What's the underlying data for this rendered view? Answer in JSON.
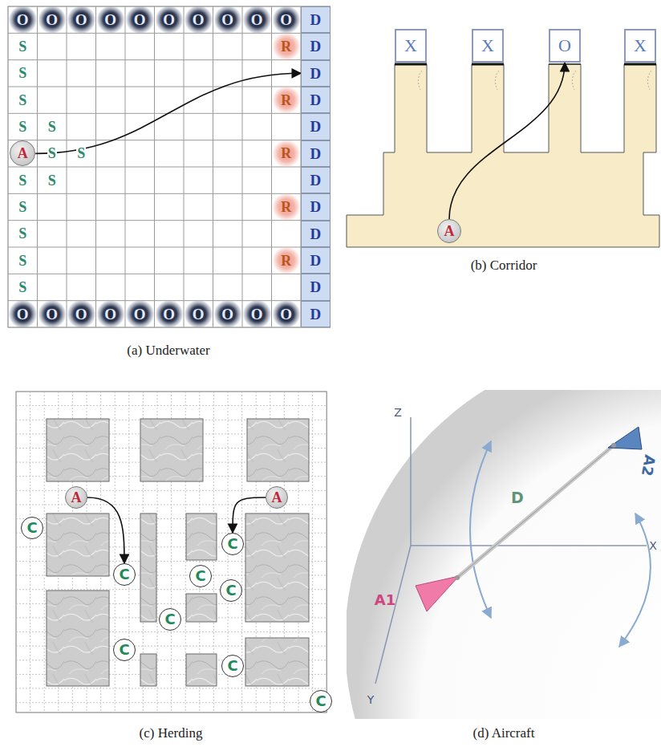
{
  "diagram": {
    "nodes": [
      {
        "text": [
          "O"
        ]
      },
      {
        "text": [
          "O"
        ]
      },
      {
        "text": [
          "O"
        ]
      },
      {
        "text": [
          "O"
        ]
      },
      {
        "text": [
          "O"
        ]
      },
      {
        "text": [
          "O"
        ]
      },
      {
        "text": [
          "O"
        ]
      },
      {
        "text": [
          "O"
        ]
      },
      {
        "text": [
          "O"
        ]
      },
      {
        "text": [
          "O"
        ]
      },
      {
        "text": [
          "D"
        ]
      },
      {
        "text": [
          "R"
        ]
      },
      {
        "text": [
          "D"
        ]
      },
      {
        "text": [
          "D"
        ]
      },
      {
        "text": [
          "R"
        ]
      },
      {
        "text": [
          "D"
        ]
      },
      {
        "text": [
          "D"
        ]
      },
      {
        "text": [
          "A"
        ]
      },
      {
        "text": [
          "R"
        ]
      },
      {
        "text": [
          "D"
        ]
      },
      {
        "text": [
          "D"
        ]
      },
      {
        "text": [
          "R"
        ]
      },
      {
        "text": [
          "D"
        ]
      },
      {
        "text": [
          "D"
        ]
      },
      {
        "text": [
          "R"
        ]
      },
      {
        "text": [
          "D"
        ]
      },
      {
        "text": [
          "D"
        ]
      },
      {
        "text": [
          "O"
        ]
      },
      {
        "text": [
          "O"
        ]
      },
      {
        "text": [
          "O"
        ]
      },
      {
        "text": [
          "O"
        ]
      },
      {
        "text": [
          "O"
        ]
      },
      {
        "text": [
          "O"
        ]
      },
      {
        "text": [
          "O"
        ]
      },
      {
        "text": [
          "O"
        ]
      },
      {
        "text": [
          "O"
        ]
      },
      {
        "text": [
          "O"
        ]
      },
      {
        "text": [
          "D"
        ]
      },
      {
        "text": [
          "X"
        ]
      },
      {
        "text": [
          "X"
        ]
      },
      {
        "text": [
          "O"
        ]
      },
      {
        "text": [
          "X"
        ]
      },
      {
        "text": [
          "A"
        ]
      },
      {
        "text": [
          "A"
        ]
      },
      {
        "text": [
          "A"
        ]
      },
      {
        "text": [
          "C"
        ]
      },
      {
        "text": [
          "C"
        ]
      },
      {
        "text": [
          "C"
        ]
      },
      {
        "text": [
          "C"
        ]
      },
      {
        "text": [
          "C"
        ]
      },
      {
        "text": [
          "C"
        ]
      },
      {
        "text": [
          "C"
        ]
      },
      {
        "text": [
          "C"
        ]
      },
      {
        "text": [
          "C"
        ]
      }
    ],
    "edges": [
      {
        "from": 17,
        "to": 13,
        "arrow": "to"
      },
      {
        "from": 42,
        "to": 40,
        "arrow": "to"
      },
      {
        "from": 43,
        "to": 47,
        "arrow": "to"
      },
      {
        "from": 44,
        "to": 46,
        "arrow": "to"
      }
    ],
    "labels": [
      "S",
      "S",
      "S",
      "S",
      "S",
      "S",
      "S",
      "S",
      "S",
      "S",
      "S",
      "S",
      "S",
      "(a) Underwater",
      "(b) Corridor",
      "(c) Herding",
      "(d) Aircraft",
      "Z",
      "X",
      "Y",
      "D",
      "A1",
      "A2"
    ]
  }
}
